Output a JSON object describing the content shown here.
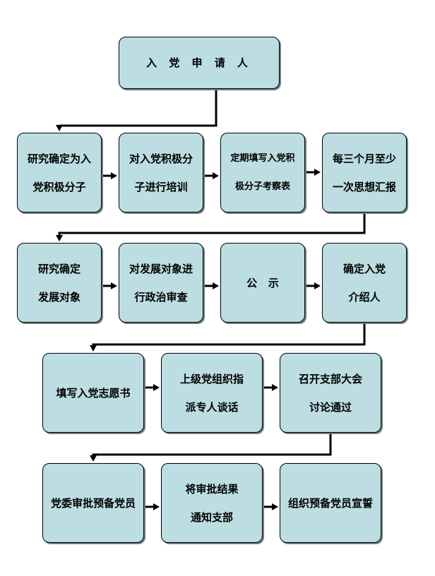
{
  "diagram": {
    "nodes": [
      {
        "id": "apply",
        "label": "入 党 申 请 人"
      },
      {
        "id": "activist",
        "label": "研究确定为入\n党积极分子"
      },
      {
        "id": "train",
        "label": "对入党积极分\n子进行培训"
      },
      {
        "id": "form",
        "label": "定期填写入党积\n极分子考察表"
      },
      {
        "id": "report",
        "label": "每三个月至少\n一次思想汇报"
      },
      {
        "id": "target",
        "label": "研究确定\n发展对象"
      },
      {
        "id": "review",
        "label": "对发展对象进\n行政治审查"
      },
      {
        "id": "publicity",
        "label": "公   示"
      },
      {
        "id": "introducer",
        "label": "确定入党\n介绍人"
      },
      {
        "id": "volunteer",
        "label": "填写入党志愿书"
      },
      {
        "id": "talk",
        "label": "上级党组织指\n派专人谈话"
      },
      {
        "id": "meeting",
        "label": "召开支部大会\n讨论通过"
      },
      {
        "id": "approve",
        "label": "党委审批预备党员"
      },
      {
        "id": "notify",
        "label": "将审批结果\n通知支部"
      },
      {
        "id": "oath",
        "label": "组织预备党员宣誓"
      }
    ],
    "edges": [
      [
        "apply",
        "activist"
      ],
      [
        "activist",
        "train"
      ],
      [
        "train",
        "form"
      ],
      [
        "form",
        "report"
      ],
      [
        "report",
        "target"
      ],
      [
        "target",
        "review"
      ],
      [
        "review",
        "publicity"
      ],
      [
        "publicity",
        "introducer"
      ],
      [
        "introducer",
        "volunteer"
      ],
      [
        "volunteer",
        "talk"
      ],
      [
        "talk",
        "meeting"
      ],
      [
        "meeting",
        "approve"
      ],
      [
        "approve",
        "notify"
      ],
      [
        "notify",
        "oath"
      ]
    ]
  }
}
